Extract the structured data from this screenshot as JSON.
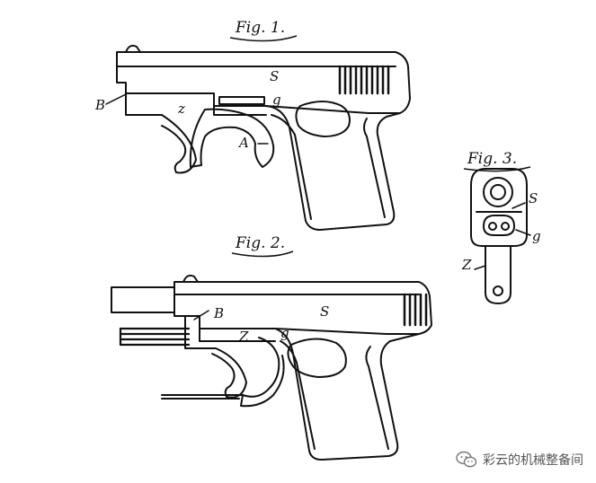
{
  "figures": {
    "fig1": {
      "title": "Fig. 1.",
      "labels": {
        "s": "S",
        "g": "g",
        "b": "B",
        "z": "z",
        "a": "A"
      }
    },
    "fig2": {
      "title": "Fig. 2.",
      "labels": {
        "s": "S",
        "g": "g",
        "b": "B",
        "z": "Z"
      }
    },
    "fig3": {
      "title": "Fig. 3.",
      "labels": {
        "s": "S",
        "g": "g",
        "z": "Z"
      }
    }
  },
  "watermark": {
    "text": "彩云的机械整备间",
    "icon": "wechat-icon"
  }
}
